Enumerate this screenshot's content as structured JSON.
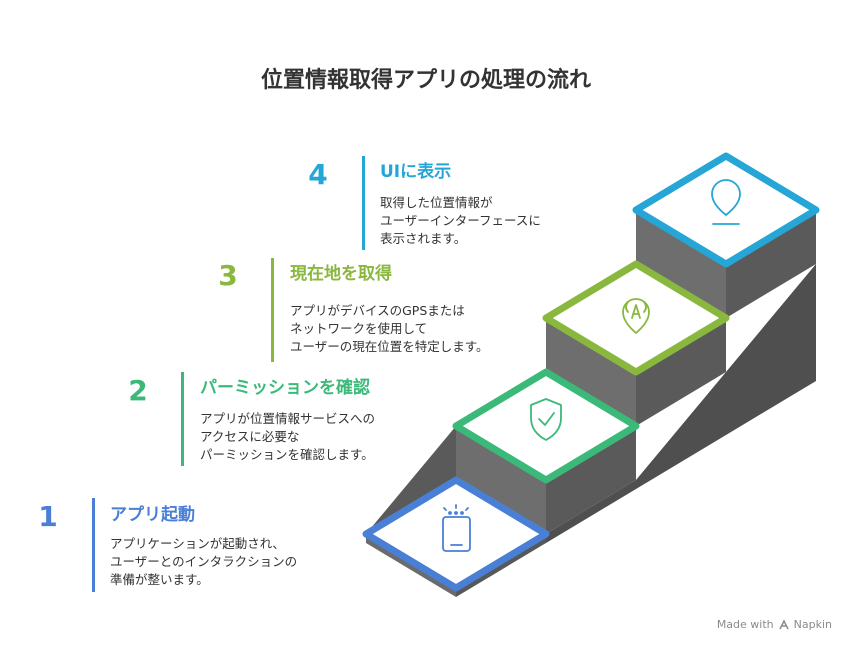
{
  "title": "位置情報取得アプリの処理の流れ",
  "steps": [
    {
      "number": "1",
      "title": "アプリ起動",
      "desc": [
        "アプリケーションが起動され、",
        "ユーザーとのインタラクションの",
        "準備が整います。"
      ],
      "color": "#4a7fd6",
      "icon": "smartphone-icon"
    },
    {
      "number": "2",
      "title": "パーミッションを確認",
      "desc": [
        "アプリが位置情報サービスへの",
        "アクセスに必要な",
        "パーミッションを確認します。"
      ],
      "color": "#3bb979",
      "icon": "shield-check-icon"
    },
    {
      "number": "3",
      "title": "現在地を取得",
      "desc": [
        "アプリがデバイスのGPSまたは",
        "ネットワークを使用して",
        "ユーザーの現在位置を特定します。"
      ],
      "color": "#8ab83e",
      "icon": "location-signal-icon"
    },
    {
      "number": "4",
      "title": "UIに表示",
      "desc": [
        "取得した位置情報が",
        "ユーザーインターフェースに",
        "表示されます。"
      ],
      "color": "#25a6d6",
      "icon": "map-pin-icon"
    }
  ],
  "footer": {
    "made_with": "Made with",
    "brand": "Napkin"
  }
}
